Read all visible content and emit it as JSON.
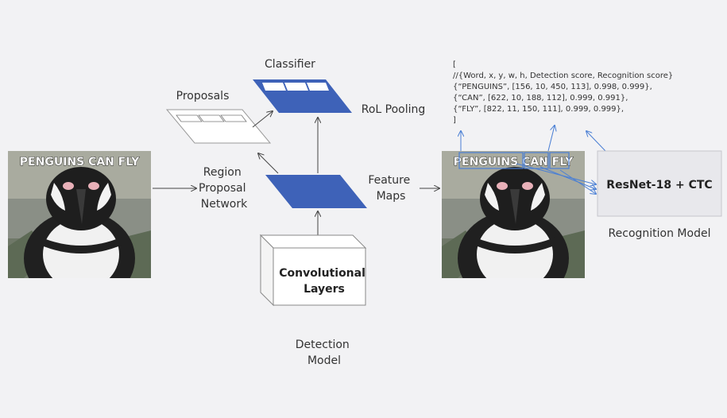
{
  "colors": {
    "background": "#f2f2f4",
    "feature_blue": "#3e62b8",
    "arrow_blue": "#4a7fd4",
    "model_box": "#e8e8ec"
  },
  "photo": {
    "caption": "PENGUINS CAN FLY"
  },
  "labels": {
    "classifier": "Classifier",
    "proposals": "Proposals",
    "roi_pooling": "RoL Pooling",
    "region_proposal_network": [
      "Region",
      "Proposal",
      "Network"
    ],
    "feature_maps": [
      "Feature",
      "Maps"
    ],
    "convolutional_layers": [
      "Convolutional",
      "Layers"
    ],
    "detection_model": [
      "Detection",
      "Model"
    ],
    "recognition_box": "ResNet-18 + CTC",
    "recognition_model": "Recognition Model"
  },
  "output": {
    "lines": [
      "[",
      "//{Word, x, y, w, h, Detection score, Recognition score}",
      "{“PENGUINS”, [156, 10, 450, 113], 0.998, 0.999},",
      "{“CAN”, [622, 10, 188, 112], 0.999, 0.991},",
      "{“FLY”, [822, 11, 150, 111], 0.999, 0.999},",
      "]"
    ]
  }
}
